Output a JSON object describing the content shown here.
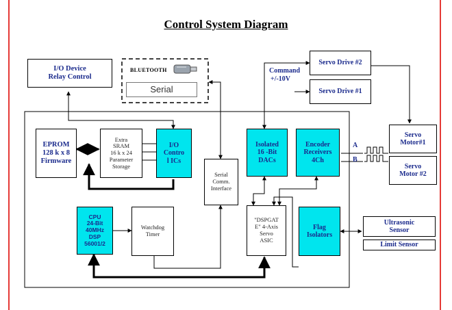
{
  "title": "Control System Diagram",
  "blocks": {
    "io_device": [
      "I/O Device",
      "Relay Control"
    ],
    "bluetooth": "BLUETOOTH",
    "serial": "Serial",
    "servo_drive_2": "Servo Drive #2",
    "servo_drive_1": "Servo Drive #1",
    "command": [
      "Command",
      "+/-10V"
    ],
    "eprom": [
      "EPROM",
      "128 k x 8",
      "Firmware"
    ],
    "sram": [
      "Extra",
      "SRAM",
      "16 k x 24",
      "Parameter",
      "Storage"
    ],
    "io_controls": [
      "I/O",
      "Contro",
      "l ICs"
    ],
    "serial_comm": [
      "Serial",
      "Comm.",
      "Interface"
    ],
    "dacs": [
      "Isolated",
      "16 -Bit",
      "DACs"
    ],
    "encoder": [
      "Encoder",
      "Receivers",
      "4Ch"
    ],
    "servo_motor_1": [
      "Servo",
      "Motor#1"
    ],
    "servo_motor_2": [
      "Servo",
      "Motor #2"
    ],
    "channel_a": "A",
    "channel_b": "B",
    "cpu": [
      "CPU",
      "24-Bit",
      "40MHz",
      "DSP",
      "56001/2"
    ],
    "watchdog": [
      "Watchdog",
      "Timer"
    ],
    "dspgate": [
      "\"DSPGAT",
      "E\" 4-Axis",
      "Servo",
      "ASIC"
    ],
    "flag_isolators": [
      "Flag",
      "Isolators"
    ],
    "ultrasonic": [
      "Ultrasonic",
      "Sensor"
    ],
    "limit_sensor": "Limit Sensor"
  },
  "colors": {
    "frame": "#e53935",
    "highlight": "#00e5ee",
    "label_text": "#1a2a8c"
  },
  "icons": [
    "bluetooth-adapter-icon"
  ]
}
